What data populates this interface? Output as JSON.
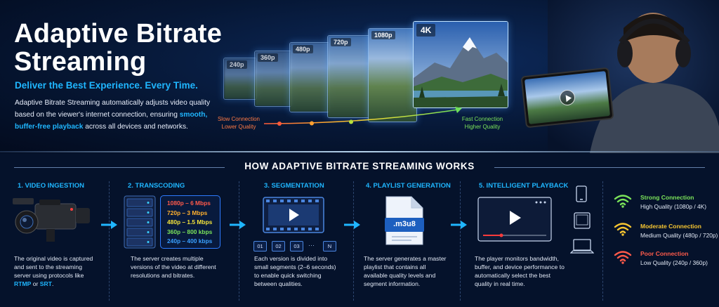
{
  "hero": {
    "title": "Adaptive Bitrate Streaming",
    "subtitle": "Deliver the Best Experience. Every Time.",
    "desc_part1": "Adaptive Bitrate Streaming automatically adjusts video quality based on the viewer's internet connection, ensuring ",
    "desc_highlight1": "smooth,",
    "desc_part2": " ",
    "desc_highlight2": "buffer-free playback",
    "desc_part3": " across all devices and networks.",
    "resolutions": [
      "240p",
      "360p",
      "480p",
      "720p",
      "1080p",
      "4K"
    ],
    "slow_line1": "Slow Connection",
    "slow_line2": "Lower Quality",
    "fast_line1": "Fast Connection",
    "fast_line2": "Higher Quality"
  },
  "how": {
    "title": "HOW ADAPTIVE BITRATE STREAMING WORKS"
  },
  "steps": {
    "ingestion": {
      "title": "1. VIDEO INGESTION",
      "desc_part1": "The original video is captured and sent to the streaming server using protocols like ",
      "proto1": "RTMP",
      "mid": " or ",
      "proto2": "SRT",
      "end": "."
    },
    "transcoding": {
      "title": "2. TRANSCODING",
      "desc": "The server creates multiple versions of the video at different resolutions and bitrates.",
      "bitrates": [
        {
          "res": "1080p",
          "rate": "6 Mbps",
          "color": "#ff5a4a"
        },
        {
          "res": "720p",
          "rate": "3 Mbps",
          "color": "#ffb02e"
        },
        {
          "res": "480p",
          "rate": "1.5 Mbps",
          "color": "#f3e33b"
        },
        {
          "res": "360p",
          "rate": "800 kbps",
          "color": "#7be35a"
        },
        {
          "res": "240p",
          "rate": "400 kbps",
          "color": "#3aa0ff"
        }
      ]
    },
    "segmentation": {
      "title": "3. SEGMENTATION",
      "desc": "Each version is divided into small segments (2–6 seconds) to enable quick switching between qualities.",
      "segments": [
        "01",
        "02",
        "03",
        "N"
      ],
      "ellipsis": "···"
    },
    "playlist": {
      "title": "4. PLAYLIST GENERATION",
      "desc": "The server generates a master playlist that contains all available quality levels and segment information.",
      "file_ext": ".m3u8"
    },
    "playback": {
      "title": "5. INTELLIGENT PLAYBACK",
      "desc": "The player monitors bandwidth, buffer, and device performance to automatically select the best quality in real time."
    }
  },
  "connections": [
    {
      "title": "Strong Connection",
      "sub": "High Quality (1080p / 4K)",
      "color": "#7be35a"
    },
    {
      "title": "Moderate Connection",
      "sub": "Medium Quality (480p / 720p)",
      "color": "#f6c531"
    },
    {
      "title": "Poor Connection",
      "sub": "Low Quality (240p / 360p)",
      "color": "#ff5a4a"
    }
  ],
  "colors": {
    "accent": "#1fb6ff",
    "background": "#05122b"
  }
}
